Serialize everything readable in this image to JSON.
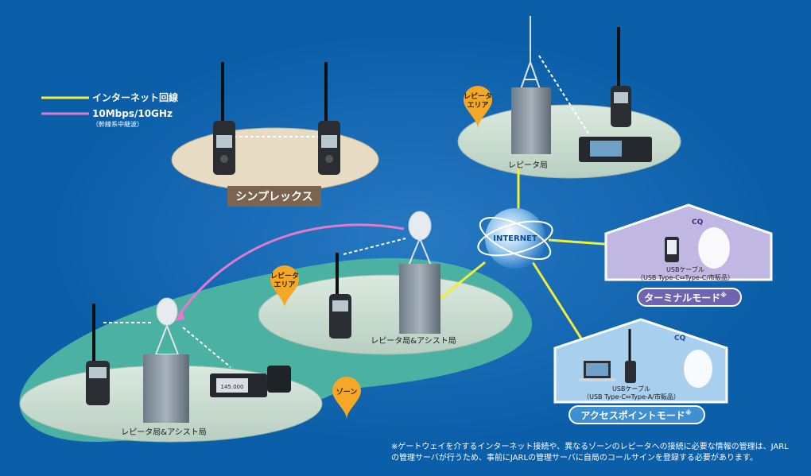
{
  "legend": {
    "internet_line": {
      "label": "インターネット回線",
      "color": "#f2ee3a"
    },
    "relay_line": {
      "label": "10Mbps/10GHz",
      "sub": "（幹線系中継波）",
      "color": "#e07bd0"
    }
  },
  "simplex": {
    "title": "シンプレックス"
  },
  "repeater_top": {
    "area_pin": "レピータ\nエリア",
    "label": "レピータ局"
  },
  "repeater_mid": {
    "area_pin": "レピータ\nエリア",
    "label": "レピータ局&アシスト局"
  },
  "repeater_left": {
    "label": "レピータ局&アシスト局"
  },
  "zone_pin": "ゾーン",
  "internet_globe": "INTERNET",
  "terminal_mode": {
    "title": "ターミナルモード",
    "mark": "※",
    "cable": "USBケーブル",
    "cable_detail": "（USB Type-C⇔Type-C/市販品）",
    "cq": "CQ"
  },
  "access_point_mode": {
    "title": "アクセスポイントモード",
    "mark": "※",
    "cable": "USBケーブル",
    "cable_detail": "（USB Type-C⇔Type-A/市販品）",
    "cq": "CQ"
  },
  "footnote": {
    "line1": "※ゲートウェイを介するインターネット接続や、異なるゾーンのレピータへの接続に必要な情報の管理は、JARL",
    "line2": "の管理サーバが行うため、事前にJARLの管理サーバに自局のコールサインを登録する必要があります。"
  },
  "colors": {
    "background": "#0b5ea8",
    "plate_top": "#cfe1d5",
    "zone_teal": "#4bb1a2",
    "simplex_plate": "#e7dcc3",
    "simplex_label_bg": "#7b6551",
    "pin": "#f5a726",
    "house_purple": "#c0b7e2",
    "house_blue": "#a9cfee",
    "mode_label_purple": "#6e64b0",
    "mode_label_blue": "#3f8fd3"
  },
  "radio_display": "145.000"
}
